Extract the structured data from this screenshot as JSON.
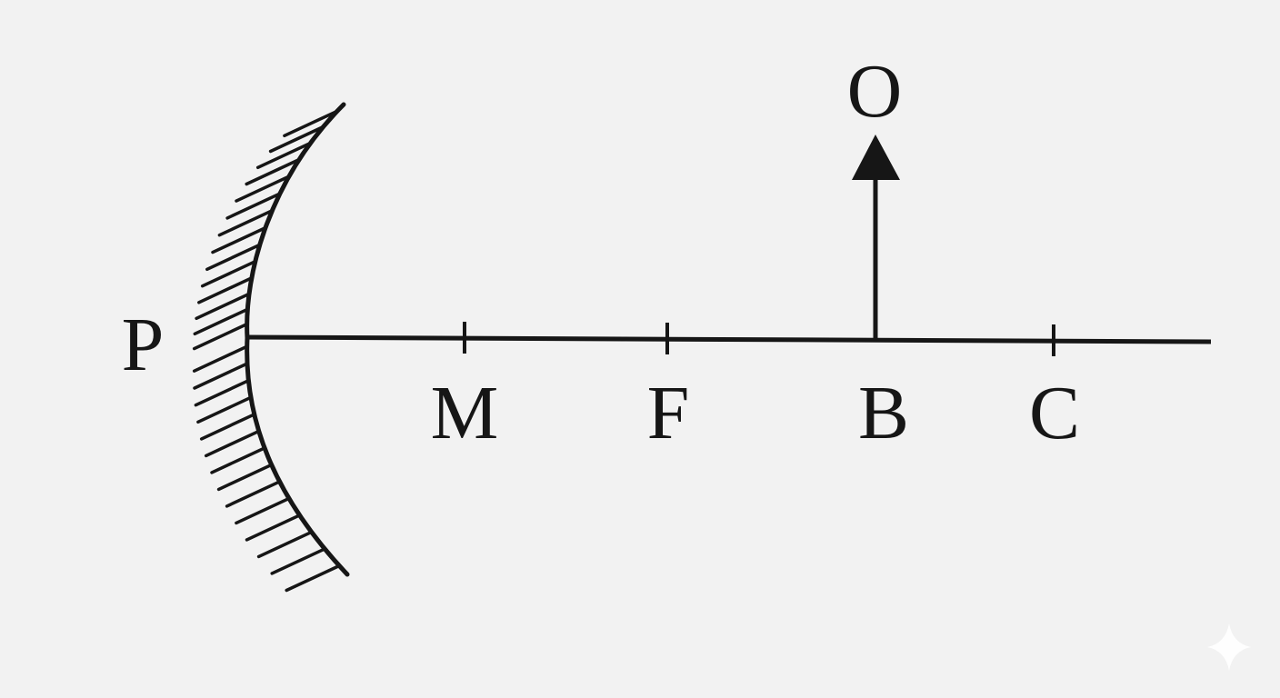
{
  "labels": {
    "pole": "P",
    "point_m": "M",
    "focus": "F",
    "object_base": "B",
    "center_of_curvature": "C",
    "object_tip": "O"
  },
  "colors": {
    "background": "#f2f2f2",
    "ink": "#161616",
    "sparkle": "#ffffff"
  },
  "icons": {
    "corner_mark": "sparkle-icon"
  }
}
